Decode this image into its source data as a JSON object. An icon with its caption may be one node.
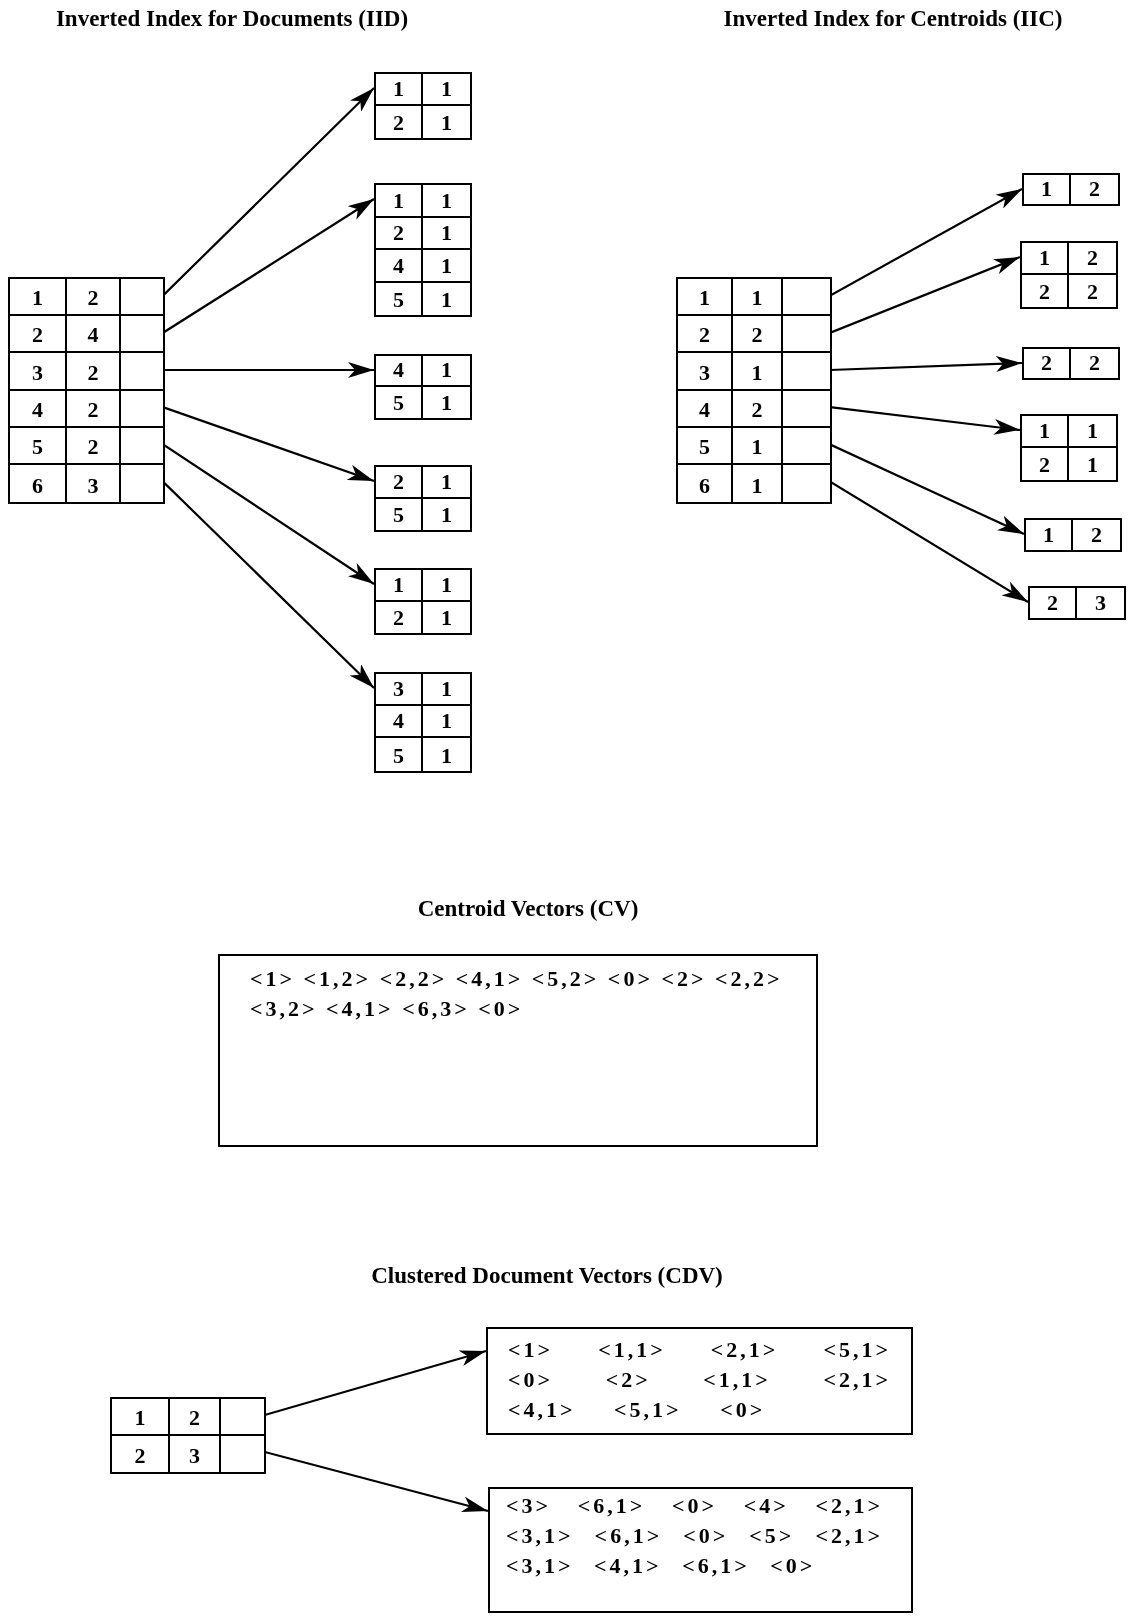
{
  "diagram": {
    "nodes": [
      {
        "text": [],
        "shape": "box"
      },
      {
        "text": [
          "1",
          "2"
        ],
        "in": 0
      },
      {
        "text": [
          "2",
          "4"
        ],
        "in": 0
      },
      {
        "text": [
          "3",
          "2"
        ],
        "in": 0
      },
      {
        "text": [
          "4",
          "2"
        ],
        "in": 0
      },
      {
        "text": [
          "5",
          "2"
        ],
        "in": 0
      },
      {
        "text": [
          "6",
          "3"
        ],
        "in": 0
      },
      {
        "text": [
          "1",
          "1",
          "2",
          "1"
        ]
      },
      {
        "text": [
          "1",
          "1",
          "2",
          "1",
          "4",
          "1",
          "5",
          "1"
        ]
      },
      {
        "text": [
          "4",
          "1",
          "5",
          "1"
        ]
      },
      {
        "text": [
          "2",
          "1",
          "5",
          "1"
        ]
      },
      {
        "text": [
          "1",
          "1",
          "2",
          "1"
        ]
      },
      {
        "text": [
          "3",
          "1",
          "4",
          "1",
          "5",
          "1"
        ]
      },
      {
        "text": [],
        "shape": "box"
      },
      {
        "text": [
          "1",
          "1"
        ],
        "in": 13
      },
      {
        "text": [
          "2",
          "2"
        ],
        "in": 13
      },
      {
        "text": [
          "3",
          "1"
        ],
        "in": 13
      },
      {
        "text": [
          "4",
          "2"
        ],
        "in": 13
      },
      {
        "text": [
          "5",
          "1"
        ],
        "in": 13
      },
      {
        "text": [
          "6",
          "1"
        ],
        "in": 13
      },
      {
        "text": [
          "1",
          "2"
        ]
      },
      {
        "text": [
          "1",
          "2",
          "2",
          "2"
        ]
      },
      {
        "text": [
          "2",
          "2"
        ]
      },
      {
        "text": [
          "1",
          "1",
          "2",
          "1"
        ]
      },
      {
        "text": [
          "1",
          "2"
        ]
      },
      {
        "text": [
          "2",
          "3"
        ]
      },
      {
        "text": [
          "<1> <1,2> <2,2> <4,1> <5,2> <0> <2> <2,2> <3,2> <4,1> <6,3> <0>"
        ]
      },
      {
        "text": [],
        "shape": "box"
      },
      {
        "text": [
          "1",
          "2"
        ],
        "in": 27
      },
      {
        "text": [
          "2",
          "3"
        ],
        "in": 27
      },
      {
        "text": [
          "<1> <1,1> <2,1> <5,1> <0> <2> <1,1> <2,1> <4,1> <5,1> <0>"
        ]
      },
      {
        "text": [
          "<3> <6,1> <0> <4> <2,1> <3,1> <6,1> <0> <5> <2,1> <3,1> <4,1> <6,1> <0>"
        ]
      }
    ],
    "edges": [
      {
        "from": 1,
        "to": 7,
        "arrow": "to"
      },
      {
        "from": 2,
        "to": 8,
        "arrow": "to"
      },
      {
        "from": 3,
        "to": 9,
        "arrow": "to"
      },
      {
        "from": 4,
        "to": 10,
        "arrow": "to"
      },
      {
        "from": 5,
        "to": 11,
        "arrow": "to"
      },
      {
        "from": 6,
        "to": 12,
        "arrow": "to"
      },
      {
        "from": 14,
        "to": 20,
        "arrow": "to"
      },
      {
        "from": 15,
        "to": 21,
        "arrow": "to"
      },
      {
        "from": 16,
        "to": 22,
        "arrow": "to"
      },
      {
        "from": 17,
        "to": 23,
        "arrow": "to"
      },
      {
        "from": 18,
        "to": 24,
        "arrow": "to"
      },
      {
        "from": 19,
        "to": 25,
        "arrow": "to"
      },
      {
        "from": 28,
        "to": 30,
        "arrow": "to"
      },
      {
        "from": 29,
        "to": 31,
        "arrow": "to"
      }
    ],
    "labels": [
      "Inverted Index for Documents (IID)",
      "Inverted Index for Centroids (IIC)",
      "Centroid Vectors (CV)",
      "Clustered Document Vectors (CDV)"
    ]
  }
}
